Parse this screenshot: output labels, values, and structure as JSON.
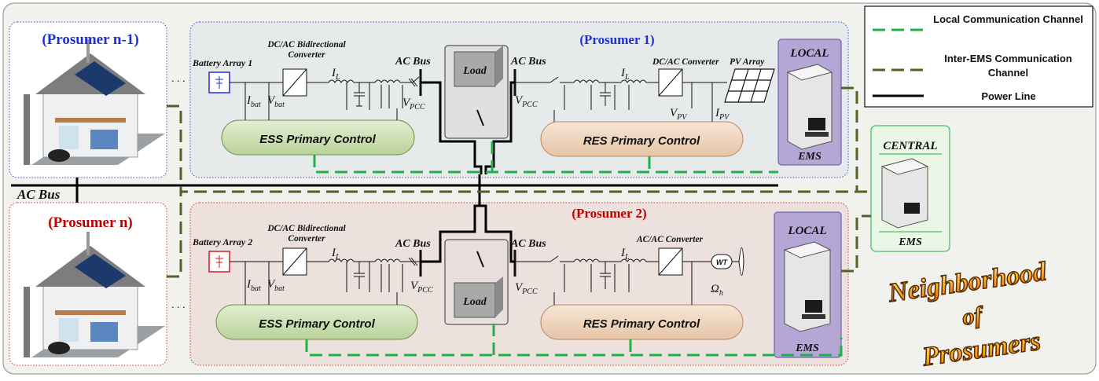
{
  "legend": {
    "local_comm": "Local Communication Channel",
    "inter_ems_comm": "Inter-EMS Communication Channel",
    "power_line": "Power Line",
    "colors": {
      "local": "#22b04b",
      "inter": "#4f6228",
      "power": "#000000"
    }
  },
  "prosumers": {
    "n_minus_1": "(Prosumer n-1)",
    "n": "(Prosumer n)",
    "p1": "(Prosumer 1)",
    "p2": "(Prosumer 2)",
    "colors": {
      "p1_title": "#1f2fd6",
      "p2_title": "#c00000"
    }
  },
  "main_bus_label": "AC Bus",
  "prosumer1": {
    "battery": "Battery Array 1",
    "converter_l1": "DC/AC Bidirectional",
    "converter_l2": "Converter",
    "ac_bus_left": "AC Bus",
    "ac_bus_right": "AC Bus",
    "load": "Load",
    "res_converter": "DC/AC Converter",
    "source": "PV Array",
    "ess_control": "ESS Primary Control",
    "res_control": "RES Primary Control",
    "local": "LOCAL",
    "ems": "EMS"
  },
  "prosumer2": {
    "battery": "Battery Array 2",
    "converter_l1": "DC/AC Bidirectional",
    "converter_l2": "Converter",
    "ac_bus_left": "AC Bus",
    "ac_bus_right": "AC Bus",
    "load": "Load",
    "res_converter": "AC/AC Converter",
    "source": "WT",
    "ess_control": "ESS Primary Control",
    "res_control": "RES Primary Control",
    "local": "LOCAL",
    "ems": "EMS"
  },
  "symbols": {
    "i": "I",
    "v": "V",
    "omega": "Ω",
    "bat": "bat",
    "L": "L",
    "pcc": "PCC",
    "pv": "PV",
    "h": "h"
  },
  "central": {
    "title": "CENTRAL",
    "ems": "EMS"
  },
  "neighborhood": {
    "line1": "Neighborhood",
    "line2": "of",
    "line3": "Prosumers"
  },
  "ellipsis": ". . ."
}
